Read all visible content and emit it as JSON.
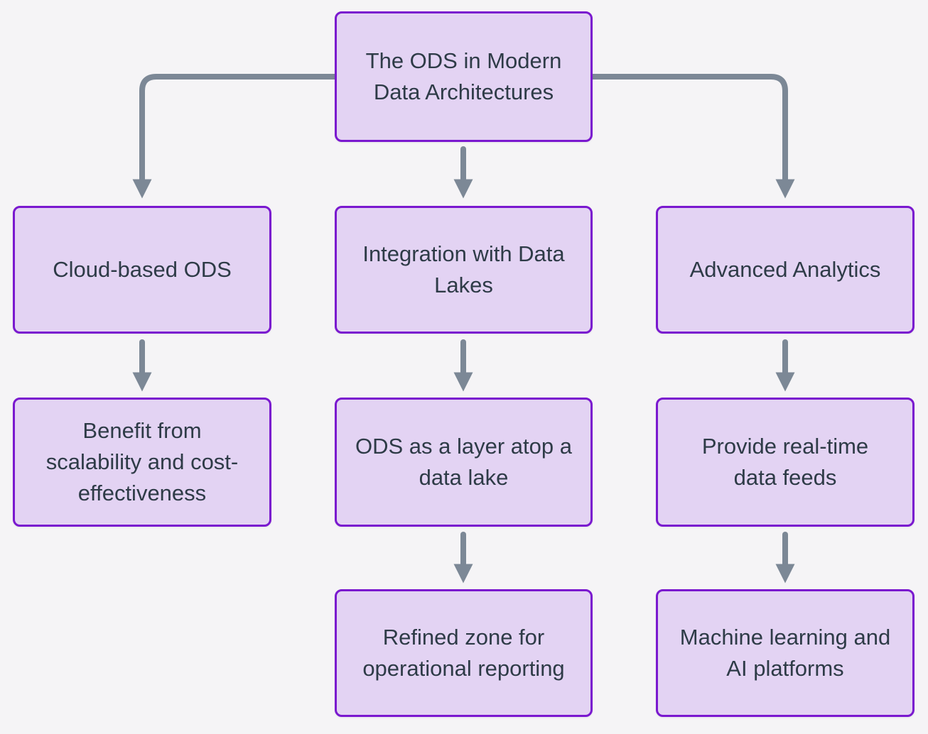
{
  "diagram": {
    "type": "flowchart",
    "title": "The ODS in Modern Data Architectures",
    "colors": {
      "background": "#f5f4f6",
      "node_fill": "#e3d3f3",
      "node_border": "#7a18cf",
      "node_text": "#2e3b47",
      "arrow": "#7c8896"
    },
    "nodes": [
      {
        "id": "root",
        "label": "The ODS in Modern\nData Architectures"
      },
      {
        "id": "cloud",
        "label": "Cloud-based ODS"
      },
      {
        "id": "integration",
        "label": "Integration with Data\nLakes"
      },
      {
        "id": "analytics",
        "label": "Advanced Analytics"
      },
      {
        "id": "benefit",
        "label": "Benefit from\nscalability and cost-\neffectiveness"
      },
      {
        "id": "layer",
        "label": "ODS as a layer atop a\ndata lake"
      },
      {
        "id": "feeds",
        "label": "Provide real-time\ndata feeds"
      },
      {
        "id": "refined",
        "label": "Refined zone for\noperational reporting"
      },
      {
        "id": "ml",
        "label": "Machine learning and\nAI platforms"
      }
    ],
    "edges": [
      {
        "from": "root",
        "to": "cloud"
      },
      {
        "from": "root",
        "to": "integration"
      },
      {
        "from": "root",
        "to": "analytics"
      },
      {
        "from": "cloud",
        "to": "benefit"
      },
      {
        "from": "integration",
        "to": "layer"
      },
      {
        "from": "analytics",
        "to": "feeds"
      },
      {
        "from": "layer",
        "to": "refined"
      },
      {
        "from": "feeds",
        "to": "ml"
      }
    ]
  }
}
